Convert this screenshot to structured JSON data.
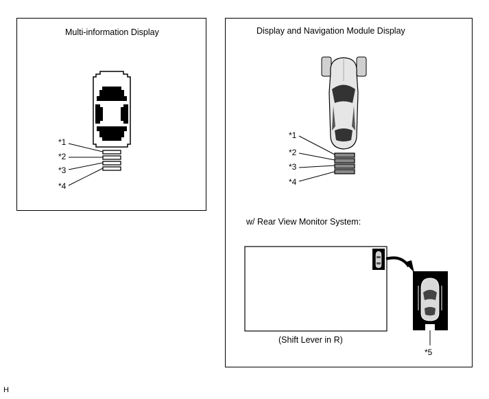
{
  "left_panel": {
    "title": "Multi-information Display",
    "callouts": [
      "*1",
      "*2",
      "*3",
      "*4"
    ]
  },
  "right_panel": {
    "title": "Display and Navigation Module Display",
    "callouts": [
      "*1",
      "*2",
      "*3",
      "*4"
    ],
    "rear_view_heading": "w/ Rear View Monitor System:",
    "shift_caption": "(Shift Lever in R)",
    "inset_callout": "*5"
  },
  "footer": {
    "code": "H"
  },
  "colors": {
    "line": "#000000",
    "car_gray": "#c8c8c8",
    "segment_gray": "#888888",
    "panel_bg": "#000000"
  }
}
